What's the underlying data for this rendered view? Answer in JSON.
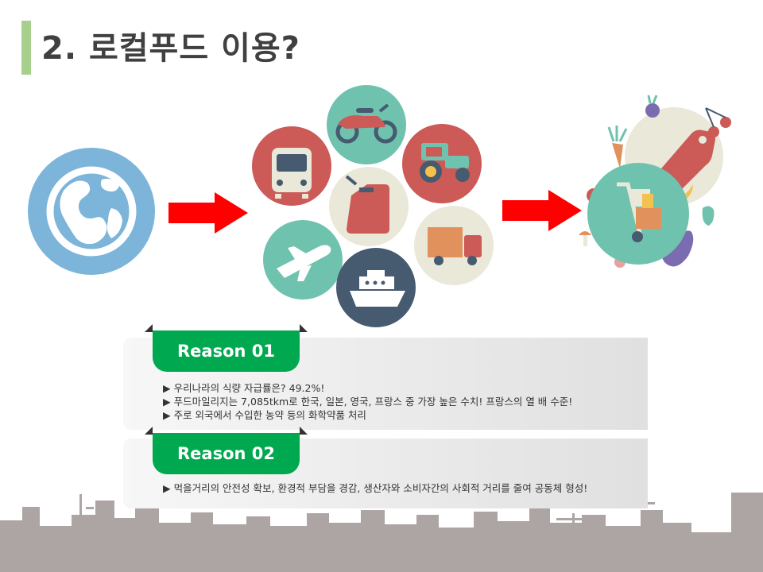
{
  "title": "2. 로컬푸드 이용?",
  "reasons": [
    {
      "label": "Reason 01",
      "lines": [
        "▶ 우리나라의 식량 자급률은? 49.2%!",
        "▶ 푸드마일리지는 7,085tkm로 한국, 일본, 영국, 프랑스 중 가장 높은 수치! 프랑스의 열 배 수준!",
        "▶ 주로 외국에서 수입한 농약 등의 화학약품 처리"
      ]
    },
    {
      "label": "Reason 02",
      "lines": [
        "▶ 먹을거리의 안전성 확보, 환경적 부담을 경감, 생산자와 소비자간의 사회적 거리를 줄여 공동체 형성!"
      ]
    }
  ],
  "icons": [
    "globe-icon",
    "arrow-right-icon",
    "motorcycle-icon",
    "train-icon",
    "tractor-icon",
    "fuel-can-icon",
    "truck-icon",
    "airplane-icon",
    "ship-icon",
    "cart-icon",
    "price-tag-icon",
    "vegetables-icon"
  ],
  "colors": {
    "accent_green": "#00a84f",
    "title_bar": "#a8d08d",
    "arrow": "#ff0000",
    "globe": "#7cb5d9",
    "teal": "#6fc2ad",
    "red_circle": "#cc5a57",
    "navy": "#465a70",
    "beige": "#eae8d9"
  }
}
